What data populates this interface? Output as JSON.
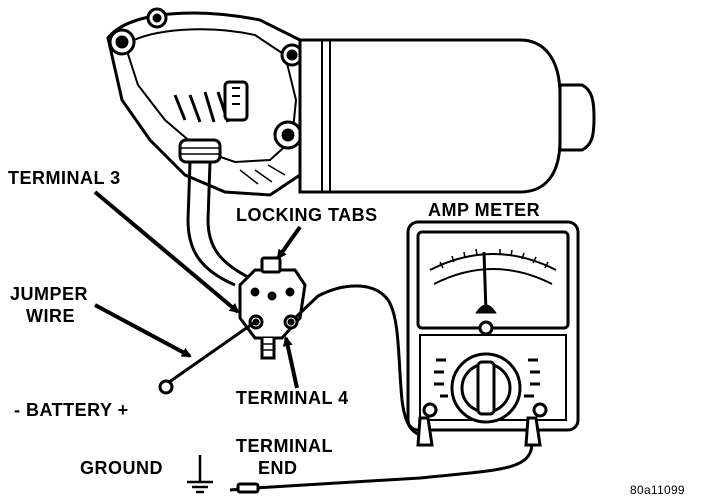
{
  "labels": {
    "terminal3": "TERMINAL 3",
    "locking_tabs": "LOCKING TABS",
    "amp_meter": "AMP METER",
    "jumper": "JUMPER",
    "wire": "WIRE",
    "battery": "- BATTERY +",
    "terminal4": "TERMINAL 4",
    "terminal_end_1": "TERMINAL",
    "terminal_end_2": "END",
    "ground": "GROUND",
    "figure_id": "80a11099"
  },
  "colors": {
    "ink": "#000000",
    "paper": "#ffffff"
  }
}
